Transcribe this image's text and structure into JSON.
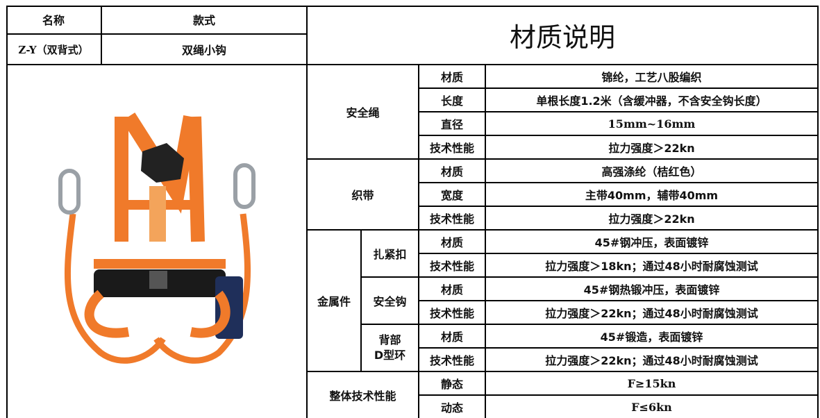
{
  "header": {
    "name_label": "名称",
    "style_label": "款式",
    "name_value": "Z-Y（双背式）",
    "style_value": "双绳小钩",
    "title": "材质说明"
  },
  "product_image": {
    "alt_icon": "safety-harness-icon",
    "primary_color": "#f07a2a",
    "dark_color": "#1a1a1a",
    "bag_color": "#1f2f5a"
  },
  "groups": {
    "rope": {
      "label": "安全绳",
      "rows": [
        {
          "attr": "材质",
          "value": "锦纶，工艺八股编织"
        },
        {
          "attr": "长度",
          "value": "单根长度1.2米（含缓冲器，不含安全钩长度）"
        },
        {
          "attr": "直径",
          "value": "15mm~16mm"
        },
        {
          "attr": "技术性能",
          "value": "拉力强度＞22kn"
        }
      ]
    },
    "webbing": {
      "label": "织带",
      "rows": [
        {
          "attr": "材质",
          "value": "高强涤纶（桔红色）"
        },
        {
          "attr": "宽度",
          "value": "主带40mm，辅带40mm"
        },
        {
          "attr": "技术性能",
          "value": "拉力强度＞22kn"
        }
      ]
    },
    "metal": {
      "label": "金属件",
      "buckle": {
        "label": "扎紧扣",
        "rows": [
          {
            "attr": "材质",
            "value": "45#钢冲压，表面镀锌"
          },
          {
            "attr": "技术性能",
            "value": "拉力强度＞18kn；通过48小时耐腐蚀测试"
          }
        ]
      },
      "hook": {
        "label": "安全钩",
        "rows": [
          {
            "attr": "材质",
            "value": "45#钢热锻冲压，表面镀锌"
          },
          {
            "attr": "技术性能",
            "value": "拉力强度＞22kn；通过48小时耐腐蚀测试"
          }
        ]
      },
      "dring": {
        "label_line1": "背部",
        "label_line2": "D型环",
        "rows": [
          {
            "attr": "材质",
            "value": "45#锻造，表面镀锌"
          },
          {
            "attr": "技术性能",
            "value": "拉力强度＞22kn；通过48小时耐腐蚀测试"
          }
        ]
      }
    },
    "overall": {
      "label": "整体技术性能",
      "rows": [
        {
          "attr": "静态",
          "value": "F≥15kn"
        },
        {
          "attr": "动态",
          "value": "F≤6kn"
        }
      ]
    }
  }
}
